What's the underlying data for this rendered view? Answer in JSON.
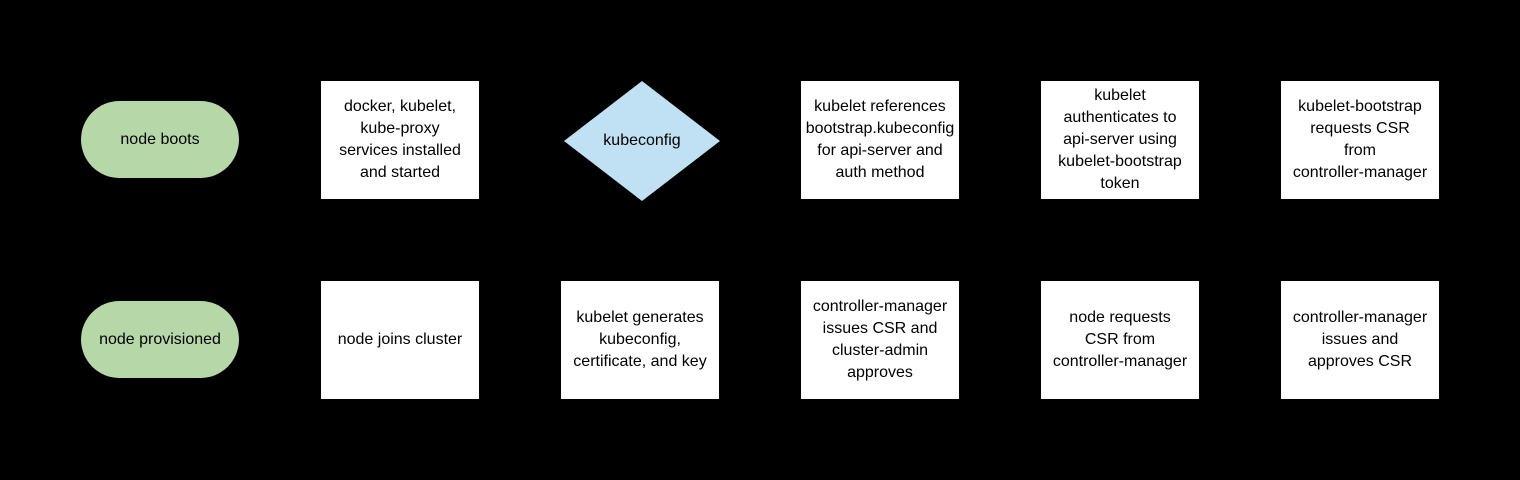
{
  "diagram": {
    "background": "#000000",
    "text_color": "#000000",
    "shape_colors": {
      "terminal_fill": "#b6d7a8",
      "process_fill": "#ffffff",
      "decision_fill": "#c0e1f4"
    }
  },
  "nodes": [
    {
      "id": "node-boots",
      "shape": "terminal",
      "row": 0,
      "col": 0,
      "label": "node boots",
      "lines": [
        "node boots"
      ]
    },
    {
      "id": "services-installed",
      "shape": "process",
      "row": 0,
      "col": 1,
      "label": "docker, kubelet, kube-proxy services installed and started",
      "lines": [
        "docker, kubelet,",
        "kube-proxy",
        "services installed",
        "and started"
      ]
    },
    {
      "id": "kubeconfig-decision",
      "shape": "decision",
      "row": 0,
      "col": 2,
      "label": "kubeconfig",
      "lines": [
        "kubeconfig"
      ]
    },
    {
      "id": "kubelet-references-bootstrap",
      "shape": "process",
      "row": 0,
      "col": 3,
      "label": "kubelet references bootstrap.kubeconfig for api-server and auth method",
      "lines": [
        "kubelet references",
        "bootstrap.kubeconfig",
        "for api-server and",
        "auth method"
      ]
    },
    {
      "id": "kubelet-authenticates",
      "shape": "process",
      "row": 0,
      "col": 4,
      "label": "kubelet authenticates to api-server using kubelet-bootstrap token",
      "lines": [
        "kubelet",
        "authenticates to",
        "api-server using",
        "kubelet-bootstrap",
        "token"
      ]
    },
    {
      "id": "bootstrap-requests-csr",
      "shape": "process",
      "row": 0,
      "col": 5,
      "label": "kubelet-bootstrap requests CSR from controller-manager",
      "lines": [
        "kubelet-bootstrap",
        "requests CSR",
        "from",
        "controller-manager"
      ]
    },
    {
      "id": "node-provisioned",
      "shape": "terminal",
      "row": 1,
      "col": 0,
      "label": "node provisioned",
      "lines": [
        "node provisioned"
      ]
    },
    {
      "id": "node-joins-cluster",
      "shape": "process",
      "row": 1,
      "col": 1,
      "label": "node joins cluster",
      "lines": [
        "node joins cluster"
      ]
    },
    {
      "id": "kubelet-generates",
      "shape": "process",
      "row": 1,
      "col": 2,
      "label": "kubelet generates kubeconfig, certificate, and key",
      "lines": [
        "kubelet generates",
        "kubeconfig,",
        "certificate, and key"
      ]
    },
    {
      "id": "cm-issues-csr-admin-approves",
      "shape": "process",
      "row": 1,
      "col": 3,
      "label": "controller-manager issues CSR and cluster-admin approves",
      "lines": [
        "controller-manager",
        "issues CSR and",
        "cluster-admin",
        "approves"
      ]
    },
    {
      "id": "node-requests-csr",
      "shape": "process",
      "row": 1,
      "col": 4,
      "label": "node requests CSR from controller-manager",
      "lines": [
        "node requests",
        "CSR from",
        "controller-manager"
      ]
    },
    {
      "id": "cm-issues-and-approves-csr",
      "shape": "process",
      "row": 1,
      "col": 5,
      "label": "controller-manager issues and approves CSR",
      "lines": [
        "controller-manager",
        "issues and",
        "approves CSR"
      ]
    }
  ]
}
